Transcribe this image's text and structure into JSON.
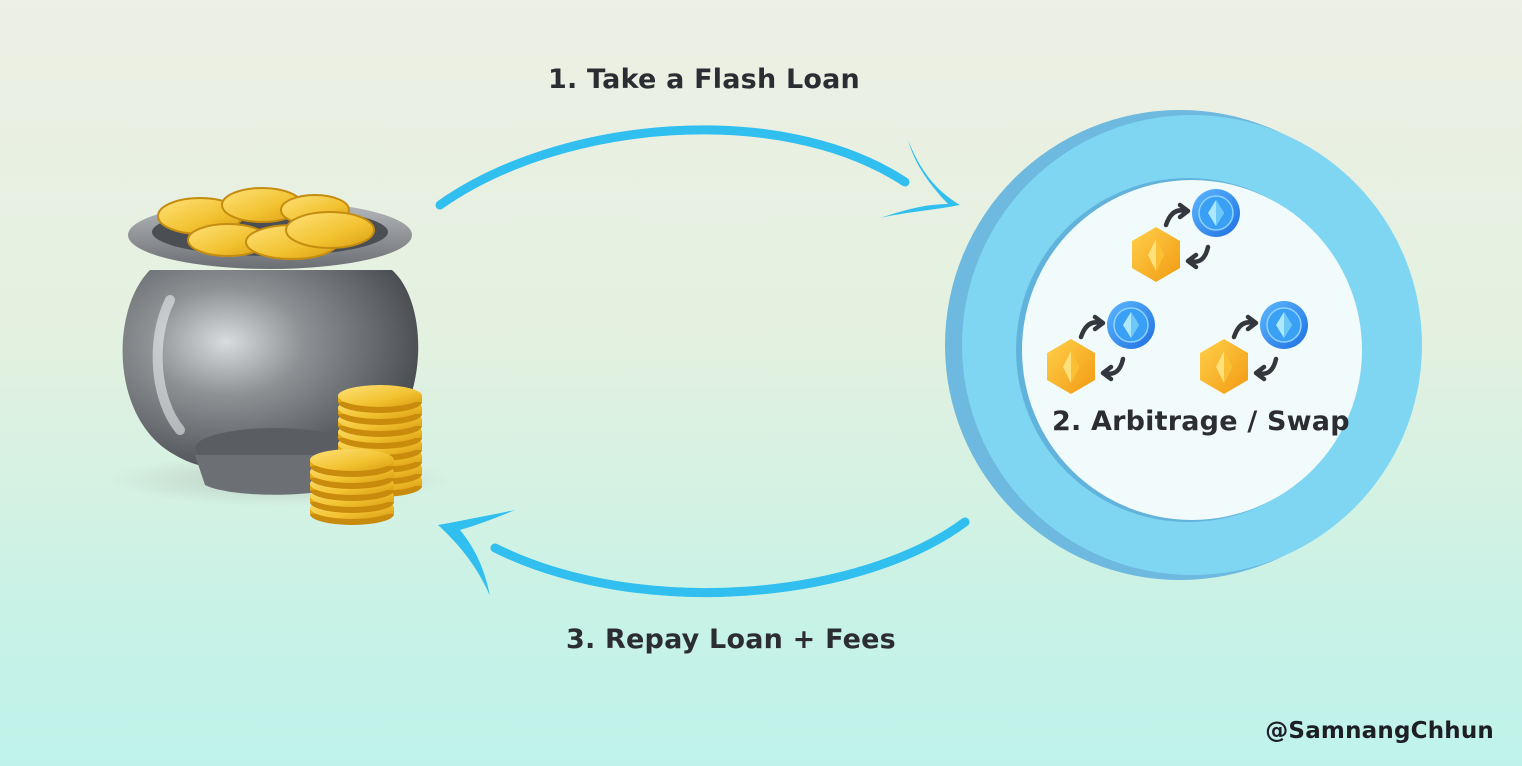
{
  "steps": {
    "take_loan": "1. Take a Flash Loan",
    "arbitrage": "2. Arbitrage / Swap",
    "repay": "3. Repay Loan + Fees"
  },
  "credit": "@SamnangChhun",
  "colors": {
    "arrow": "#31bff0",
    "ring_light": "#7fd6f3",
    "ring_dark": "#66b8e0",
    "coin": "#f2c230",
    "pot": "#6f7377",
    "token_blue": "#2d8ff0",
    "token_gold": "#f5b121"
  }
}
